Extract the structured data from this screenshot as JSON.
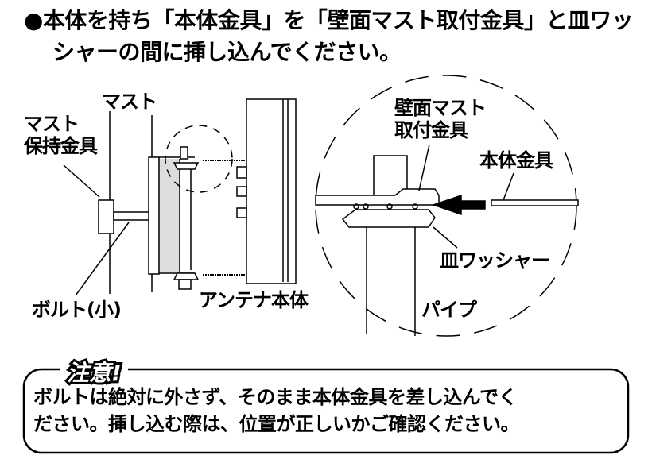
{
  "title": {
    "line1": "●本体を持ち「本体金具」を「壁面マスト取付金具」と皿ワッ",
    "line2": "シャーの間に挿し込んでください。"
  },
  "left_diagram": {
    "mast": "マスト",
    "mast_holder_line1": "マスト",
    "mast_holder_line2": "保持金具",
    "bolt_small": "ボルト(小)",
    "antenna_body": "アンテナ本体"
  },
  "detail_diagram": {
    "wall_mast_bracket_line1": "壁面マスト",
    "wall_mast_bracket_line2": "取付金具",
    "body_bracket": "本体金具",
    "dish_washer": "皿ワッシャー",
    "pipe": "パイプ"
  },
  "caution": {
    "heading": "注意!",
    "line1": "ボルトは絶対に外さず、そのまま本体金具を差し込んでく",
    "line2": "ださい。挿し込む際は、位置が正しいかご確認ください。"
  }
}
